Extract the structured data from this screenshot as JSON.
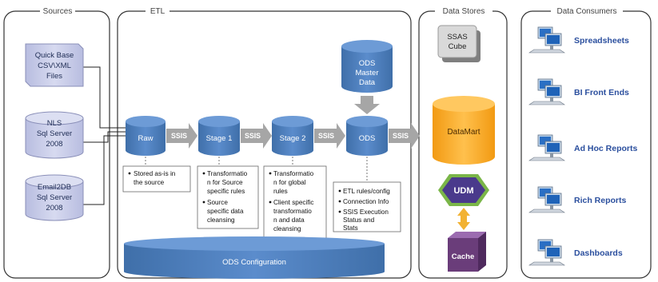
{
  "sections": {
    "sources": "Sources",
    "etl": "ETL",
    "data_stores": "Data Stores",
    "data_consumers": "Data Consumers"
  },
  "sources": [
    {
      "line1": "Quick Base",
      "line2": "CSV\\XML",
      "line3": "Files"
    },
    {
      "line1": "NLS",
      "line2": "Sql Server",
      "line3": "2008"
    },
    {
      "line1": "Email2DB",
      "line2": "Sql Server",
      "line3": "2008"
    }
  ],
  "stages": {
    "raw": "Raw",
    "stage1": "Stage 1",
    "stage2": "Stage 2",
    "ods": "ODS"
  },
  "ods_master": {
    "line1": "ODS",
    "line2": "Master",
    "line3": "Data"
  },
  "ssis": "SSIS",
  "notes": {
    "raw": [
      "Stored as-is in",
      "the source"
    ],
    "stage1": [
      "Transformatio",
      "n for Source",
      "specific rules",
      "Source",
      "specific data",
      "cleansing"
    ],
    "stage2": [
      "Transformatio",
      "n for global",
      "rules",
      "Client specific",
      "transformatio",
      "n and data",
      "cleansing"
    ],
    "ods": [
      "ETL rules/config",
      "Connection Info",
      "SSIS Execution",
      "Status and",
      "Stats"
    ]
  },
  "ods_configuration": "ODS Configuration",
  "stores": {
    "ssas": {
      "line1": "SSAS",
      "line2": "Cube"
    },
    "datamart": "DataMart",
    "udm": "UDM",
    "cache": "Cache"
  },
  "consumers": [
    "Spreadsheets",
    "BI Front Ends",
    "Ad Hoc Reports",
    "Rich Reports",
    "Dashboards"
  ],
  "colors": {
    "cylinder": "#4f81bd",
    "source_fill": "#c9cde8",
    "datamart": "#f6a623",
    "udm": "#4a3a8c",
    "cache": "#6a3d7a",
    "arrow": "#a6a6a6"
  }
}
